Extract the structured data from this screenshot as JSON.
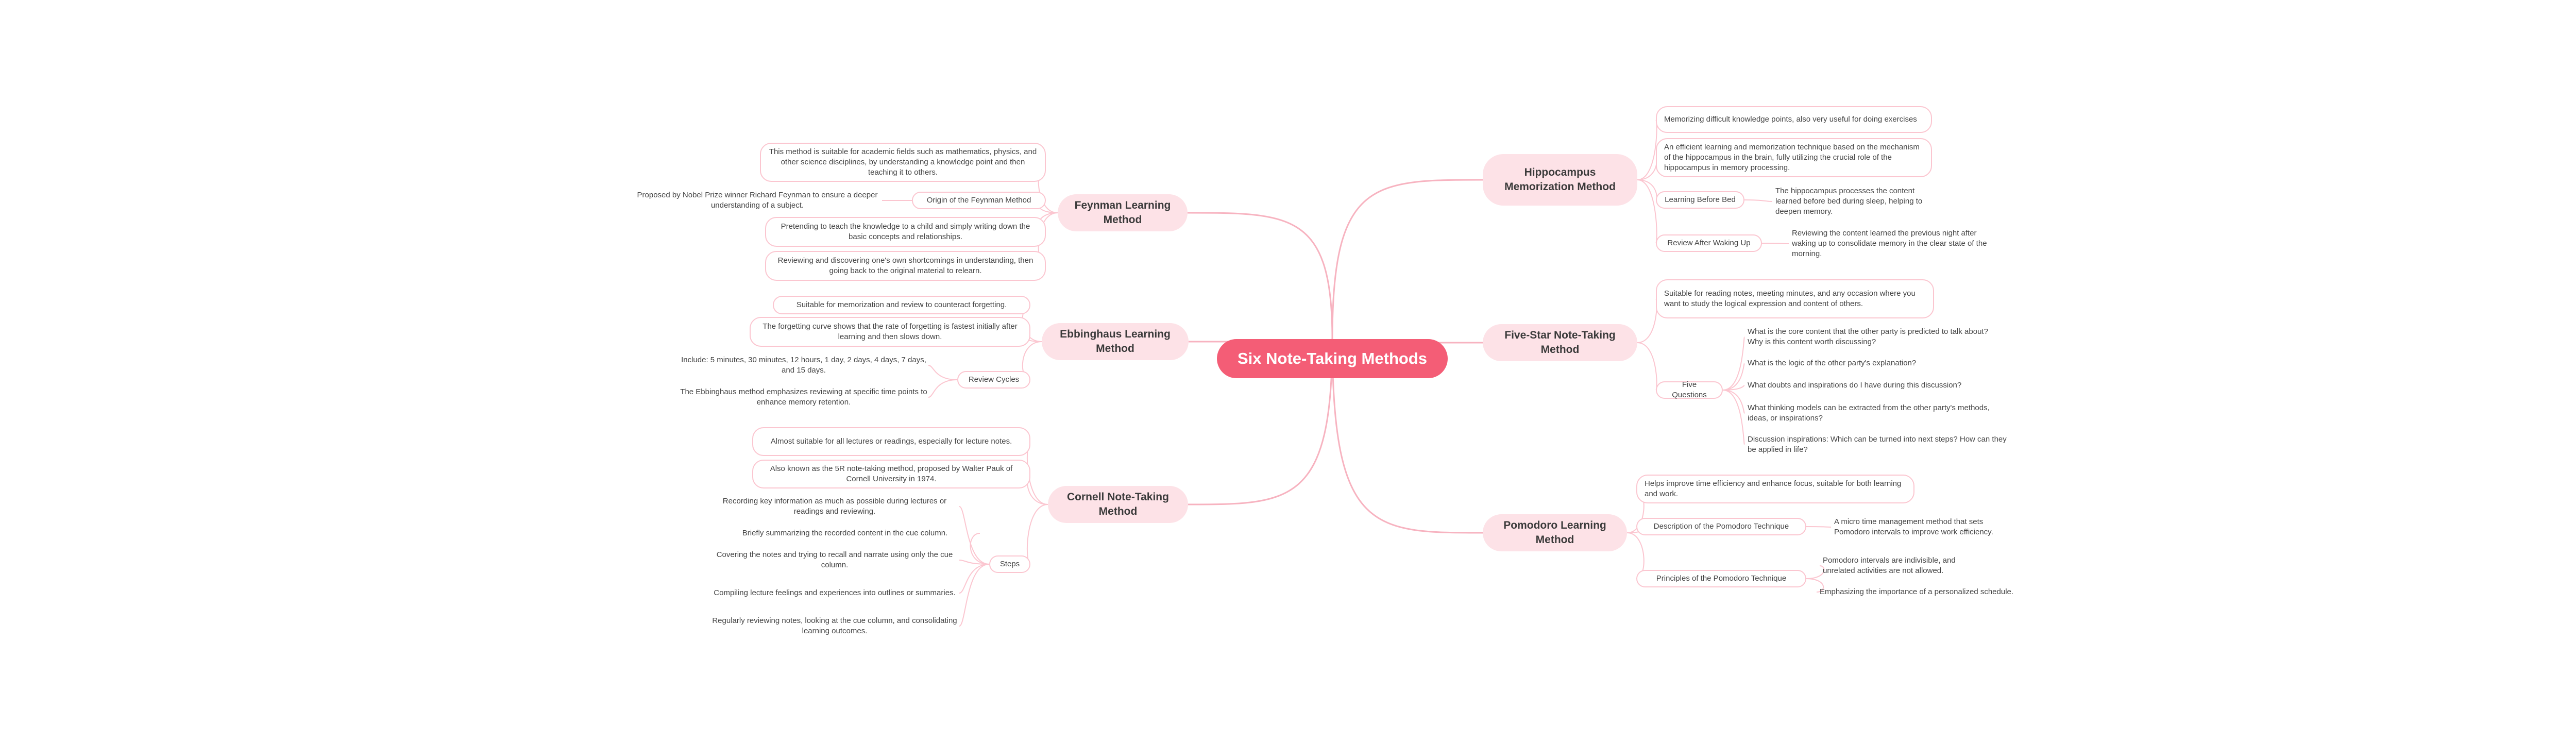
{
  "root": "Six Note-Taking Methods",
  "branches": {
    "feynman": {
      "title": "Feynman Learning Method",
      "suitable": "This method is suitable for academic fields such as mathematics, physics, and other science disciplines, by understanding a knowledge point and then teaching it to others.",
      "origin_label": "Origin of the Feynman Method",
      "origin_detail": "Proposed by Nobel Prize winner Richard Feynman to ensure a deeper understanding of a subject.",
      "pretend": "Pretending to teach the knowledge to a child and simply writing down the basic concepts and relationships.",
      "review": "Reviewing and discovering one's own shortcomings in understanding, then going back to the original material to relearn."
    },
    "ebbinghaus": {
      "title": "Ebbinghaus Learning Method",
      "suitable": "Suitable for memorization and review to counteract forgetting.",
      "curve": "The forgetting curve shows that the rate of forgetting is fastest initially after learning and then slows down.",
      "cycles_label": "Review Cycles",
      "cycles_include": "Include: 5 minutes, 30 minutes, 12 hours, 1 day, 2 days, 4 days, 7 days, and 15 days.",
      "cycles_emphasis": "The Ebbinghaus method emphasizes reviewing at specific time points to enhance memory retention."
    },
    "cornell": {
      "title": "Cornell Note-Taking Method",
      "suitable": "Almost suitable for all lectures or readings, especially for lecture notes.",
      "aka": "Also known as the 5R note-taking method, proposed by Walter Pauk of Cornell University in 1974.",
      "steps_label": "Steps",
      "steps": [
        "Recording key information as much as possible during lectures or readings and reviewing.",
        "Briefly summarizing the recorded content in the cue column.",
        "Covering the notes and trying to recall and narrate using only the cue column.",
        "Compiling lecture feelings and experiences into outlines or summaries.",
        "Regularly reviewing notes, looking at the cue column, and consolidating learning outcomes."
      ]
    },
    "hippocampus": {
      "title": "Hippocampus Memorization Method",
      "memorizing": "Memorizing difficult knowledge points, also very useful for doing exercises",
      "efficient": "An efficient learning and memorization technique based on the mechanism of the hippocampus in the brain, fully utilizing the crucial role of the hippocampus in memory processing.",
      "before_bed_label": "Learning Before Bed",
      "before_bed_detail": "The hippocampus processes the content learned before bed during sleep, helping to deepen memory.",
      "after_waking_label": "Review After Waking Up",
      "after_waking_detail": "Reviewing the content learned the previous night after waking up to consolidate memory in the clear state of the morning."
    },
    "fivestar": {
      "title": "Five-Star Note-Taking Method",
      "suitable": "Suitable for reading notes, meeting minutes, and any occasion where you want to study the logical expression and content of others.",
      "questions_label": "Five Questions",
      "questions": [
        "What is the core content that the other party is predicted to talk about? Why is this content worth discussing?",
        "What is the logic of the other party's explanation?",
        "What doubts and inspirations do I have during this discussion?",
        "What thinking models can be extracted from the other party's methods, ideas, or inspirations?",
        "Discussion inspirations: Which can be turned into next steps? How can they be applied in life?"
      ]
    },
    "pomodoro": {
      "title": "Pomodoro Learning Method",
      "helps": "Helps improve time efficiency and enhance focus, suitable for both learning and work.",
      "description_label": "Description of the Pomodoro Technique",
      "description_detail": "A micro time management method that sets Pomodoro intervals to improve work efficiency.",
      "principles_label": "Principles of the Pomodoro Technique",
      "principles": [
        "Pomodoro intervals are indivisible, and unrelated activities are not allowed.",
        "Emphasizing the importance of a personalized schedule."
      ]
    }
  },
  "colors": {
    "root_fill": "#f45d76",
    "branch_fill": "#fde2e7",
    "line_main": "#f7b3c0",
    "line_sub": "#fbc6d0"
  }
}
